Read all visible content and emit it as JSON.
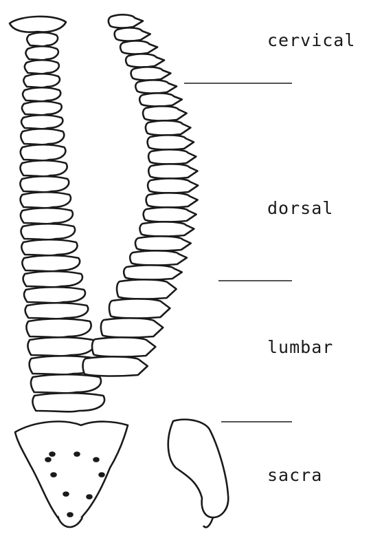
{
  "diagram": {
    "regions": [
      {
        "key": "cervical",
        "label": "cervical"
      },
      {
        "key": "dorsal",
        "label": "dorsal"
      },
      {
        "key": "lumbar",
        "label": "lumbar"
      },
      {
        "key": "sacra",
        "label": "sacra"
      }
    ],
    "colors": {
      "ink": "#1a1a1a",
      "background": "#ffffff"
    }
  }
}
